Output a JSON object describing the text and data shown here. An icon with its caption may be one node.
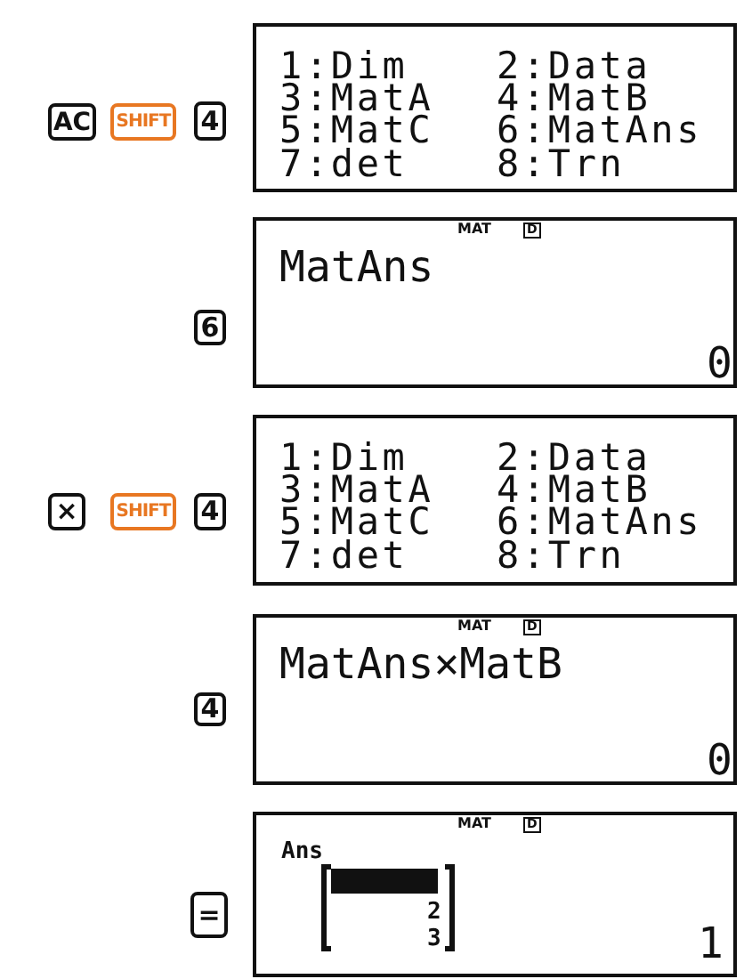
{
  "diagram": {
    "nodes": [
      {
        "text": [
          "AC"
        ]
      },
      {
        "text": [
          "SHIFT"
        ]
      },
      {
        "text": [
          "4"
        ]
      },
      {
        "text": [
          "1:Dim",
          "2:Data",
          "3:MatA",
          "4:MatB",
          "5:MatC",
          "6:MatAns",
          "7:det",
          "8:Trn"
        ]
      },
      {
        "text": [
          "6"
        ]
      },
      {
        "text": [
          "MAT",
          "D",
          "MatAns",
          "0"
        ]
      },
      {
        "text": [
          "×"
        ]
      },
      {
        "text": [
          "SHIFT"
        ]
      },
      {
        "text": [
          "4"
        ]
      },
      {
        "text": [
          "1:Dim",
          "2:Data",
          "3:MatA",
          "4:MatB",
          "5:MatC",
          "6:MatAns",
          "7:det",
          "8:Trn"
        ]
      },
      {
        "text": [
          "4"
        ]
      },
      {
        "text": [
          "MAT",
          "D",
          "MatAns×MatB",
          "0"
        ]
      },
      {
        "text": [
          "="
        ]
      },
      {
        "text": [
          "MAT",
          "D",
          "Ans",
          "2",
          "3",
          "1"
        ]
      }
    ]
  }
}
